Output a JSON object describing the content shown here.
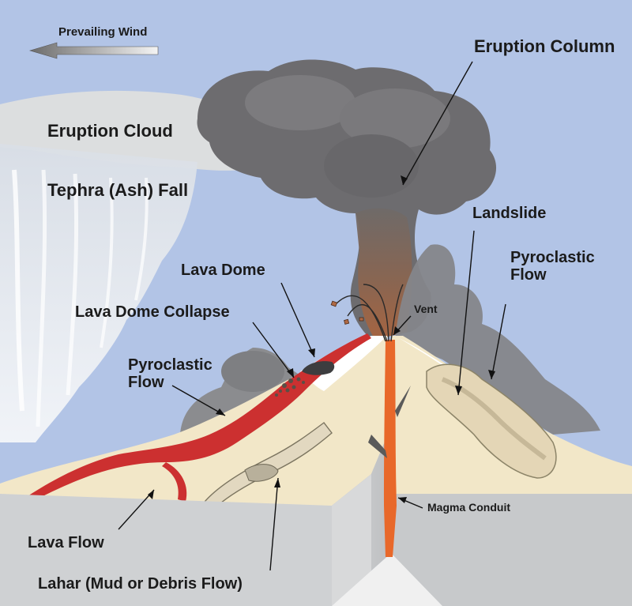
{
  "labels": {
    "prevailing_wind": "Prevailing Wind",
    "eruption_column": "Eruption Column",
    "eruption_cloud": "Eruption Cloud",
    "tephra_fall": "Tephra (Ash) Fall",
    "landslide": "Landslide",
    "pyroclastic_flow_right_line1": "Pyroclastic",
    "pyroclastic_flow_right_line2": "Flow",
    "lava_dome": "Lava Dome",
    "vent": "Vent",
    "lava_dome_collapse": "Lava Dome Collapse",
    "pyroclastic_flow_left_line1": "Pyroclastic",
    "pyroclastic_flow_left_line2": "Flow",
    "magma_conduit": "Magma Conduit",
    "lava_flow": "Lava Flow",
    "lahar": "Lahar (Mud or Debris Flow)"
  },
  "colors": {
    "sky": "#b2c4e6",
    "cloud_gray": "#6b6b6d",
    "ash_white": "#e8ecf2",
    "ground_tan": "#f2e7c8",
    "block_gray": "#cfd1d3",
    "lava_red": "#cc3030",
    "magma_orange": "#e8682a"
  }
}
